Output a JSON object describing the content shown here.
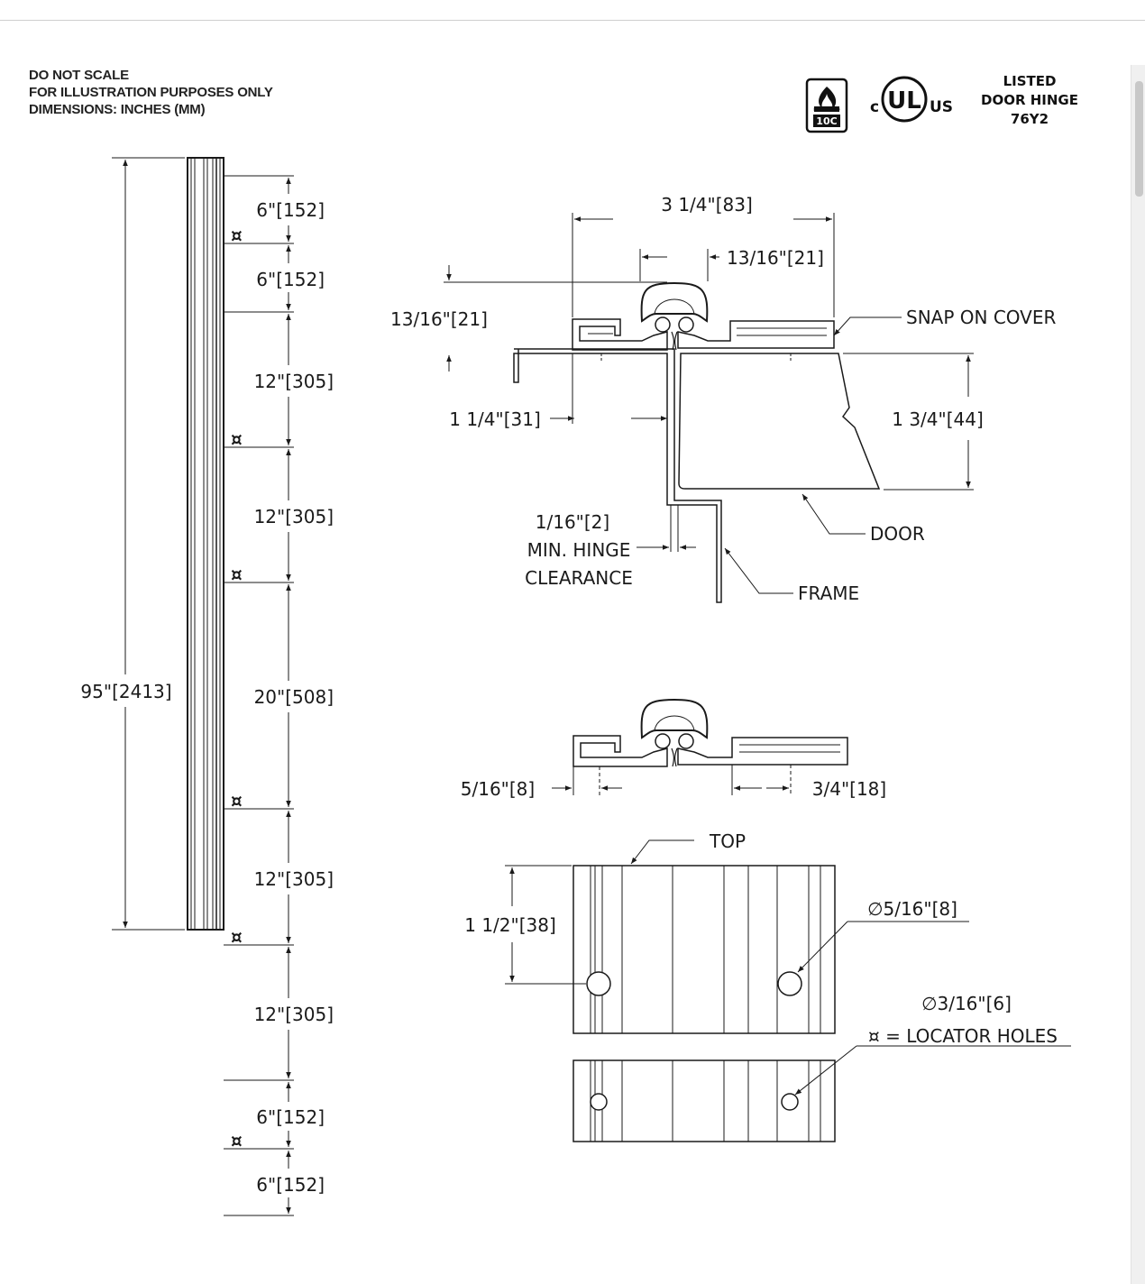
{
  "notes": {
    "line1": "DO NOT SCALE",
    "line2": "FOR ILLUSTRATION PURPOSES ONLY",
    "line3": "DIMENSIONS: INCHES (MM)"
  },
  "certification": {
    "fire_badge_top": "FIRE RATED",
    "fire_badge_code": "10C",
    "ul_prefix": "c",
    "ul_mark": "UL",
    "ul_suffix": "US",
    "listing_line1": "LISTED",
    "listing_line2": "DOOR HINGE",
    "listing_line3": "76Y2"
  },
  "elevation": {
    "overall": "95\"[2413]",
    "spacings": [
      "6\"[152]",
      "6\"[152]",
      "12\"[305]",
      "12\"[305]",
      "20\"[508]",
      "12\"[305]",
      "12\"[305]",
      "6\"[152]",
      "6\"[152]"
    ],
    "locator_symbol": "¤"
  },
  "section": {
    "overall_width": "3 1/4\"[83]",
    "knuckle_width": "13/16\"[21]",
    "knuckle_height": "13/16\"[21]",
    "frame_leaf": "1 1/4\"[31]",
    "door_thickness": "1 3/4\"[44]",
    "clearance_value": "1/16\"[2]",
    "clearance_label1": "MIN. HINGE",
    "clearance_label2": "CLEARANCE",
    "snap_cover": "SNAP ON COVER",
    "door": "DOOR",
    "frame": "FRAME"
  },
  "profile": {
    "left_offset": "5/16\"[8]",
    "right_offset": "3/4\"[18]"
  },
  "leaf": {
    "top_label": "TOP",
    "hole_offset": "1 1/2\"[38]",
    "large_hole": "∅5/16\"[8]",
    "small_hole": "∅3/16\"[6]",
    "locator_legend": "¤ = LOCATOR HOLES"
  }
}
